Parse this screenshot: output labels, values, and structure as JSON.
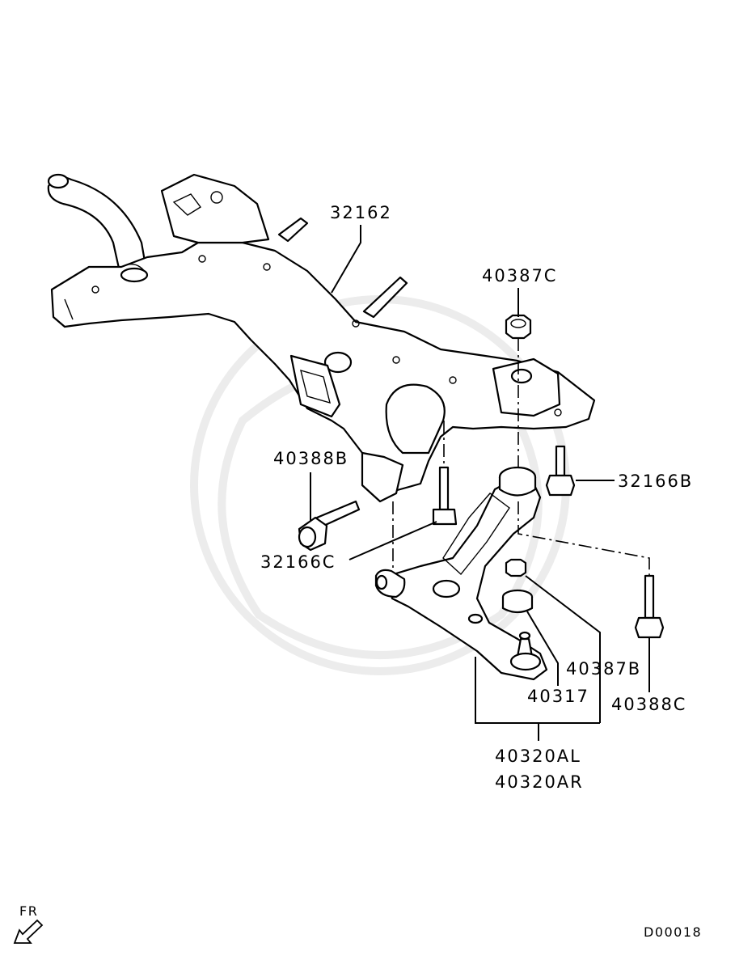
{
  "parts": {
    "crossmember": "32162",
    "nut_upper": "40387C",
    "bolt_left": "40388B",
    "bolt_right_upper": "32166B",
    "bolt_center": "32166C",
    "nut_lower": "40387B",
    "bushing": "40317",
    "bolt_right_lower": "40388C",
    "arm_left": "40320AL",
    "arm_right": "40320AR"
  },
  "direction_label": "FR",
  "diagram_code": "D00018"
}
